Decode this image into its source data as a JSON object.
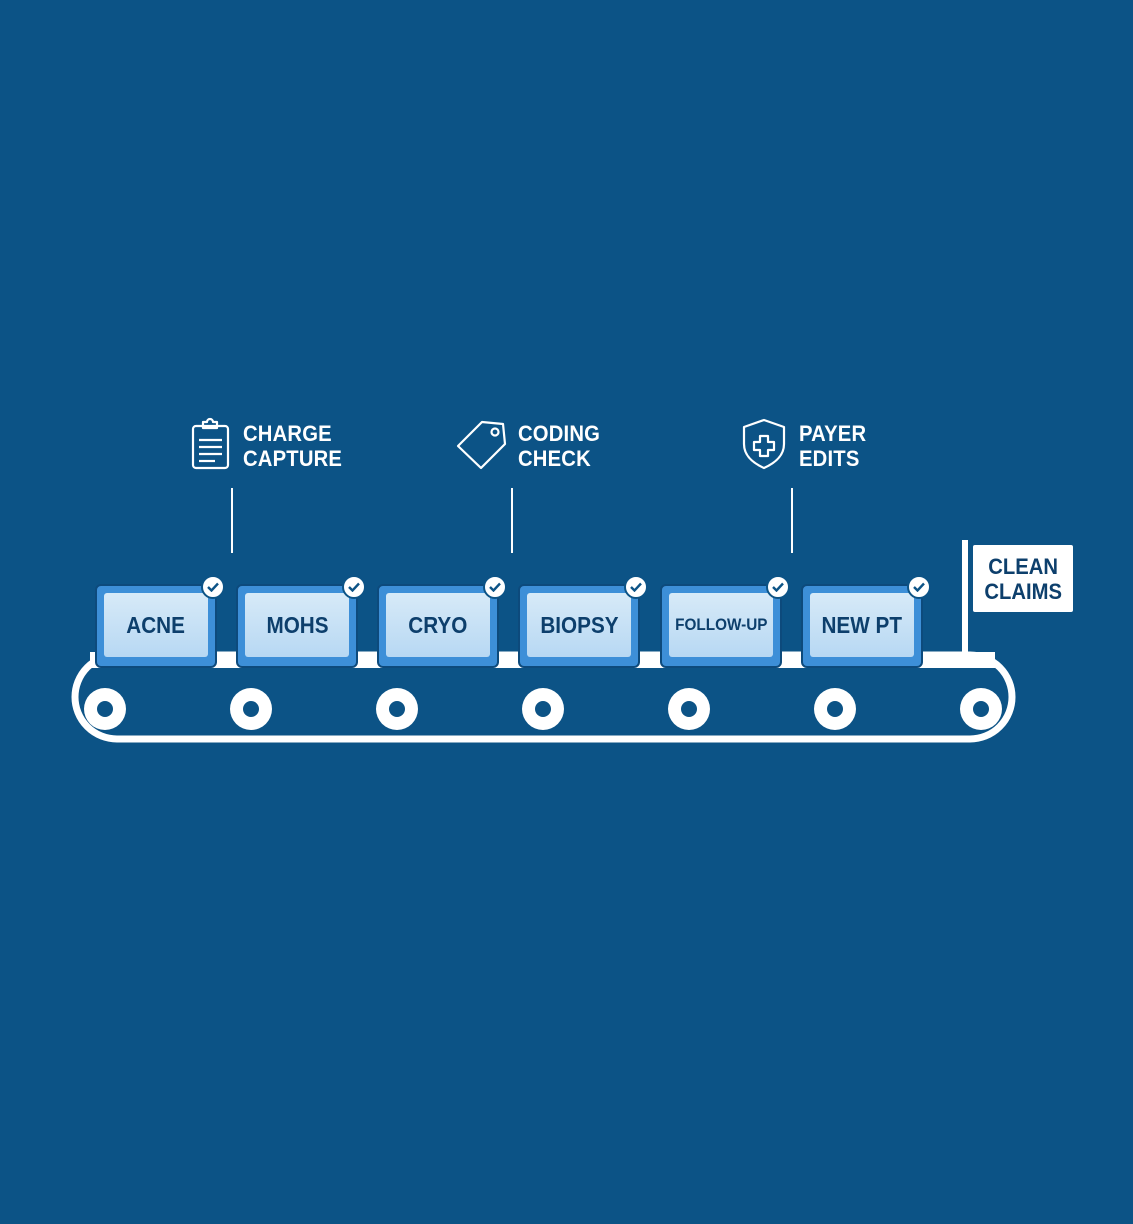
{
  "colors": {
    "background": "#0c5386",
    "box_fill": "#c8e2f6",
    "box_border": "#3d8fd8",
    "text_dark": "#0d3f6c",
    "white": "#ffffff"
  },
  "stages": [
    {
      "line1": "CHARGE",
      "line2": "CAPTURE",
      "icon": "clipboard-icon"
    },
    {
      "line1": "CODING",
      "line2": "CHECK",
      "icon": "tag-icon"
    },
    {
      "line1": "PAYER",
      "line2": "EDITS",
      "icon": "shield-cross-icon"
    }
  ],
  "items": [
    {
      "label": "ACNE",
      "checked": true
    },
    {
      "label": "MOHS",
      "checked": true
    },
    {
      "label": "CRYO",
      "checked": true
    },
    {
      "label": "BIOPSY",
      "checked": true
    },
    {
      "label": "FOLLOW-UP",
      "checked": true
    },
    {
      "label": "NEW PT",
      "checked": true
    }
  ],
  "flag": {
    "line1": "CLEAN",
    "line2": "CLAIMS"
  }
}
